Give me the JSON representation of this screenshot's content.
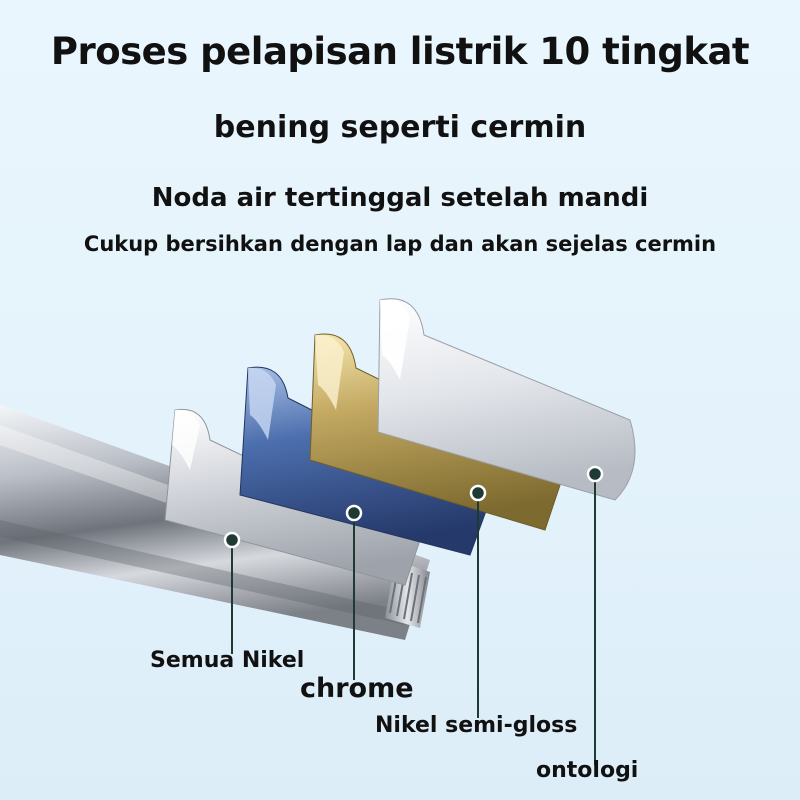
{
  "headline": "Proses pelapisan listrik 10 tingkat",
  "subheadline": "bening seperti cermin",
  "note_line1": "Noda air tertinggal setelah mandi",
  "note_line2": "Cukup bersihkan dengan lap dan akan sejelas cermin",
  "layers": [
    {
      "label": "Semua Nikel",
      "color": "#c9ccd2"
    },
    {
      "label": "chrome",
      "color": "#3f5fa0"
    },
    {
      "label": "Nikel semi-gloss",
      "color": "#b8a15a"
    },
    {
      "label": "ontologi",
      "color": "#dfe3e8"
    }
  ]
}
